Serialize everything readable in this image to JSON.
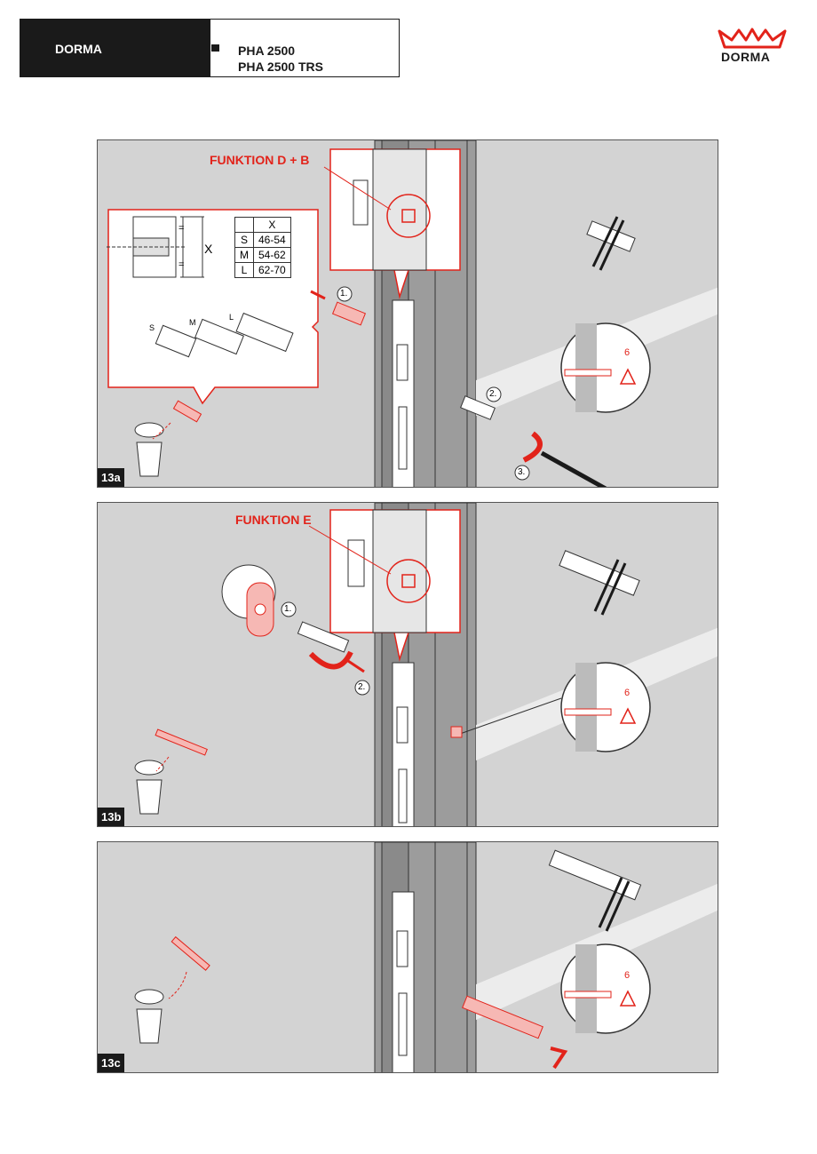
{
  "header": {
    "brand": "DORMA",
    "model_line1": "PHA 2500",
    "model_line2": "PHA 2500 TRS",
    "logo_text": "DORMA"
  },
  "colors": {
    "accent": "#e2231a",
    "panel_bg": "#d3d3d3",
    "dark": "#1a1a1a"
  },
  "panels": {
    "a": {
      "label": "13a",
      "function": "FUNKTION D + B",
      "dim_symbol": "X",
      "eq1": "=",
      "eq2": "=",
      "table_header": [
        "",
        "X"
      ],
      "table_rows": [
        [
          "S",
          "46-54"
        ],
        [
          "M",
          "54-62"
        ],
        [
          "L",
          "62-70"
        ]
      ],
      "size_s": "S",
      "size_m": "M",
      "size_l": "L",
      "step1": "1.",
      "step2": "2.",
      "step3": "3.",
      "gap": "6"
    },
    "b": {
      "label": "13b",
      "function": "FUNKTION E",
      "step1": "1.",
      "step2": "2.",
      "gap": "6"
    },
    "c": {
      "label": "13c",
      "gap": "6"
    }
  }
}
